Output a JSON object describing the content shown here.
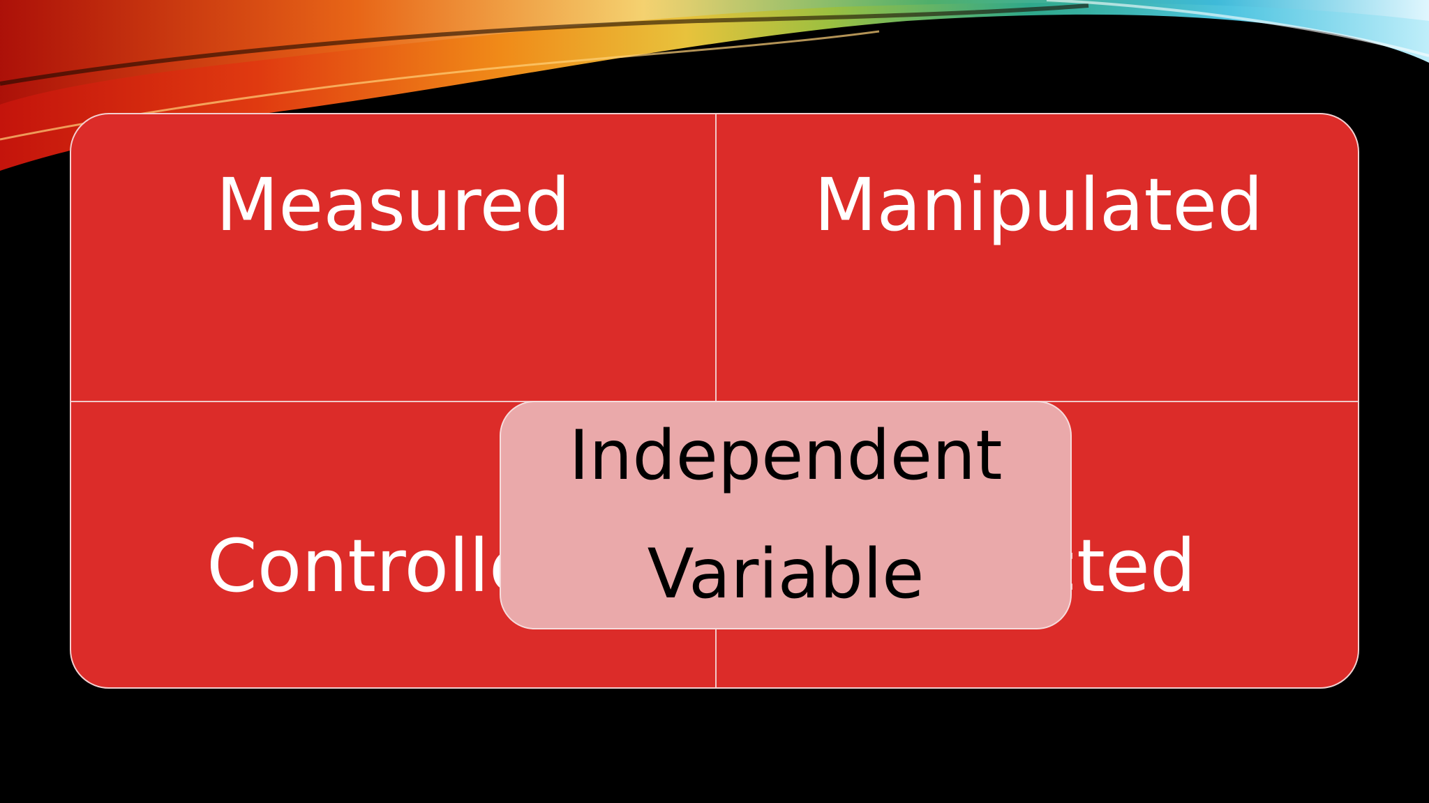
{
  "diagram": {
    "quadrants": {
      "top_left": "Measured",
      "top_right": "Manipulated",
      "bottom_left": "Controlled",
      "bottom_right": "Selected"
    },
    "center": {
      "line1": "Independent",
      "line2": "Variable"
    }
  },
  "colors": {
    "background": "#000000",
    "quadrant_fill": "#dc2c29",
    "center_fill": "#eaa9aa",
    "quadrant_text": "#ffffff",
    "center_text": "#000000"
  }
}
